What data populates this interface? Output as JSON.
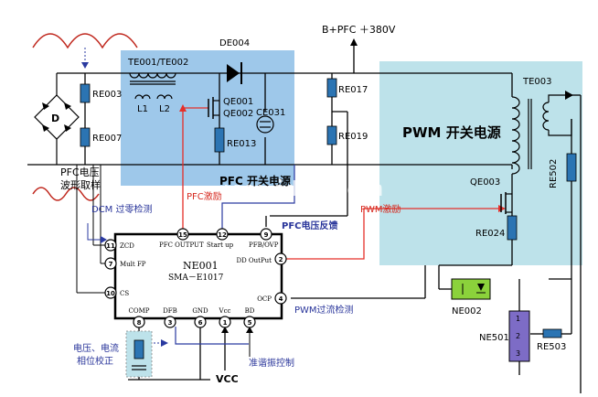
{
  "colors": {
    "pfc_region": "#9ec8ea",
    "pwm_region": "#bde2ea",
    "component_fill": "#2b74b3",
    "wire": "#000000",
    "red_wire": "#e5302a",
    "blue_wire": "#2a3aa0",
    "ic_border": "#000000",
    "waveform": "#c0281e",
    "label_blue": "#28349a",
    "label_red": "#d62a20",
    "watermark": "#ffffff",
    "optocoupler": "#8bd23b",
    "ne501": "#7d6cc6"
  },
  "labels": {
    "rail": "B+PFC ＋380V",
    "pwm_title": "PWM 开关电源",
    "pfc_title": "PFC 开关电源",
    "watermark": "www.jdwxs.com",
    "pfc_sample": "PFC电压",
    "pfc_sample_2": "波形取样",
    "dcm": "DCM 过零检测",
    "pfc_drive": "PFC激励",
    "pfc_feedback": "PFC电压反馈",
    "pwm_drive": "PWM激励",
    "pwm_ocp": "PWM过流检测",
    "standby": "准谐振控制",
    "vc_correct": "电压、电流",
    "vc_correct_2": "相位校正",
    "vcc": "VCC"
  },
  "components": {
    "bridge": "D",
    "re003": "RE003",
    "re007": "RE007",
    "te001": "TE001/TE002",
    "l1": "L1",
    "l2": "L2",
    "de004": "DE004",
    "qe001": "QE001",
    "qe002": "QE002",
    "re013": "RE013",
    "ce031": "CE031",
    "re017": "RE017",
    "re019": "RE019",
    "te003": "TE003",
    "qe003": "QE003",
    "re024": "RE024",
    "re502": "RE502",
    "ne002": "NE002",
    "ne501": "NE501",
    "re503": "RE503",
    "ne501_p1": "1",
    "ne501_p2": "2",
    "ne501_p3": "3"
  },
  "ic": {
    "name": "NE001",
    "model": "SMA－E1017",
    "pins": [
      {
        "num": "15",
        "label": "PFC OUTPUT"
      },
      {
        "num": "12",
        "label": "Start up"
      },
      {
        "num": "9",
        "label": "PFB/OVP"
      },
      {
        "num": "11",
        "label": "ZCD"
      },
      {
        "num": "7",
        "label": "Mult FP"
      },
      {
        "num": "10",
        "label": "CS"
      },
      {
        "num": "2",
        "label": "DD OutPut"
      },
      {
        "num": "4",
        "label": "OCP"
      },
      {
        "num": "8",
        "label": "COMP"
      },
      {
        "num": "3",
        "label": "DFB"
      },
      {
        "num": "6",
        "label": "GND"
      },
      {
        "num": "1",
        "label": "Vcc"
      },
      {
        "num": "5",
        "label": "BD"
      }
    ]
  }
}
